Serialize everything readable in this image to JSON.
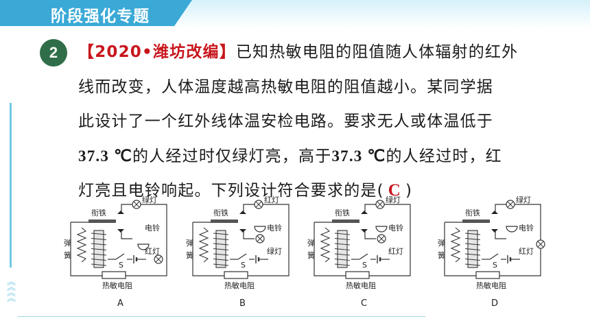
{
  "header": {
    "title": "阶段强化专题"
  },
  "question": {
    "number": "2",
    "source": "【2020•潍坊改编】",
    "lines": [
      "已知热敏电阻的阻值随人体辐射的红外",
      "线而改变，人体温度越高热敏电阻的阻值越小。某同学据",
      "此设计了一个红外线体温安检电路。要求无人或体温低于"
    ],
    "line4_val1": "37.3 ℃",
    "line4_mid": "的人经过时仅绿灯亮，高于",
    "line4_val2": "37.3 ℃",
    "line4_end": "的人经过时，红",
    "line5_start": "灯亮且电铃响起。下列设计符合要求的是(",
    "answer": "C",
    "line5_end": ")"
  },
  "diagrams": {
    "common": {
      "armature": "衔铁",
      "spring": [
        "弹",
        "簧"
      ],
      "switch": "S",
      "thermistor": "热敏电阻"
    },
    "options": [
      {
        "letter": "A",
        "top_device": "绿灯",
        "mid_device": "电铃",
        "low_device": "红灯"
      },
      {
        "letter": "B",
        "top_device": "红灯",
        "mid_device": "电铃",
        "low_device": "绿灯"
      },
      {
        "letter": "C",
        "top_device": "绿灯",
        "mid_device": "电铃",
        "low_device": "红灯"
      },
      {
        "letter": "D",
        "top_device": "绿灯",
        "mid_device": "电铃",
        "low_device": "红灯"
      }
    ]
  },
  "colors": {
    "header_tab": "#3aa9d6",
    "badge": "#2f6e49",
    "accent_red": "#c8161d"
  }
}
